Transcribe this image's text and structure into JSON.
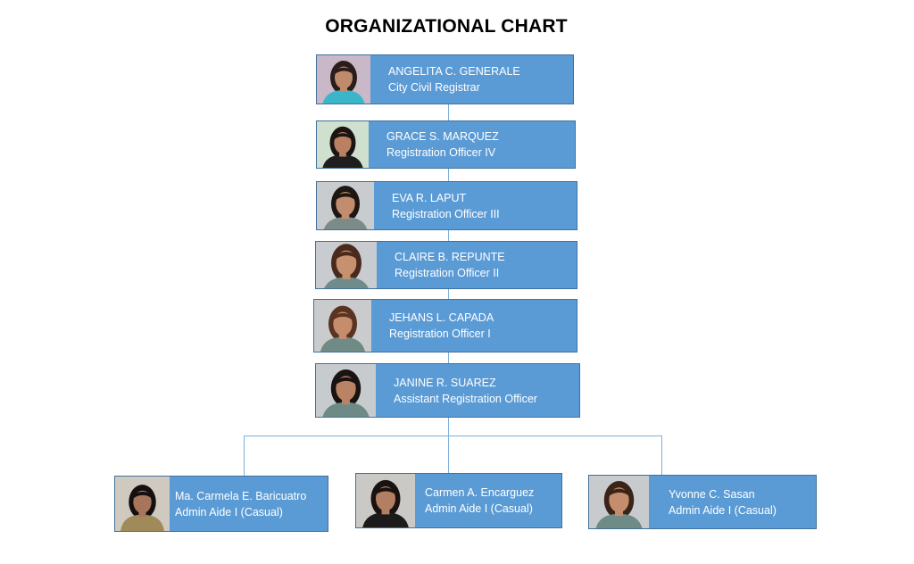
{
  "title": "ORGANIZATIONAL CHART",
  "members": [
    {
      "name": "ANGELITA C. GENERALE",
      "position": "City Civil Registrar",
      "photo": "staff-photo"
    },
    {
      "name": "GRACE S. MARQUEZ",
      "position": "Registration Officer IV",
      "photo": "staff-photo"
    },
    {
      "name": "EVA R. LAPUT",
      "position": "Registration Officer III",
      "photo": "staff-photo"
    },
    {
      "name": "CLAIRE B. REPUNTE",
      "position": "Registration Officer II",
      "photo": "staff-photo"
    },
    {
      "name": "JEHANS L. CAPADA",
      "position": "Registration Officer I",
      "photo": "staff-photo"
    },
    {
      "name": "JANINE R. SUAREZ",
      "position": "Assistant Registration Officer",
      "photo": "staff-photo"
    },
    {
      "name": "Ma. Carmela E. Baricuatro",
      "position": "Admin Aide I (Casual)",
      "photo": "staff-photo"
    },
    {
      "name": "Carmen A. Encarguez",
      "position": "Admin Aide I (Casual)",
      "photo": "staff-photo"
    },
    {
      "name": "Yvonne C. Sasan",
      "position": "Admin Aide I (Casual)",
      "photo": "staff-photo"
    }
  ],
  "colors": {
    "box": "#5b9bd5",
    "box_border": "#41719c",
    "connector": "#7fb0dc",
    "text": "#ffffff"
  }
}
